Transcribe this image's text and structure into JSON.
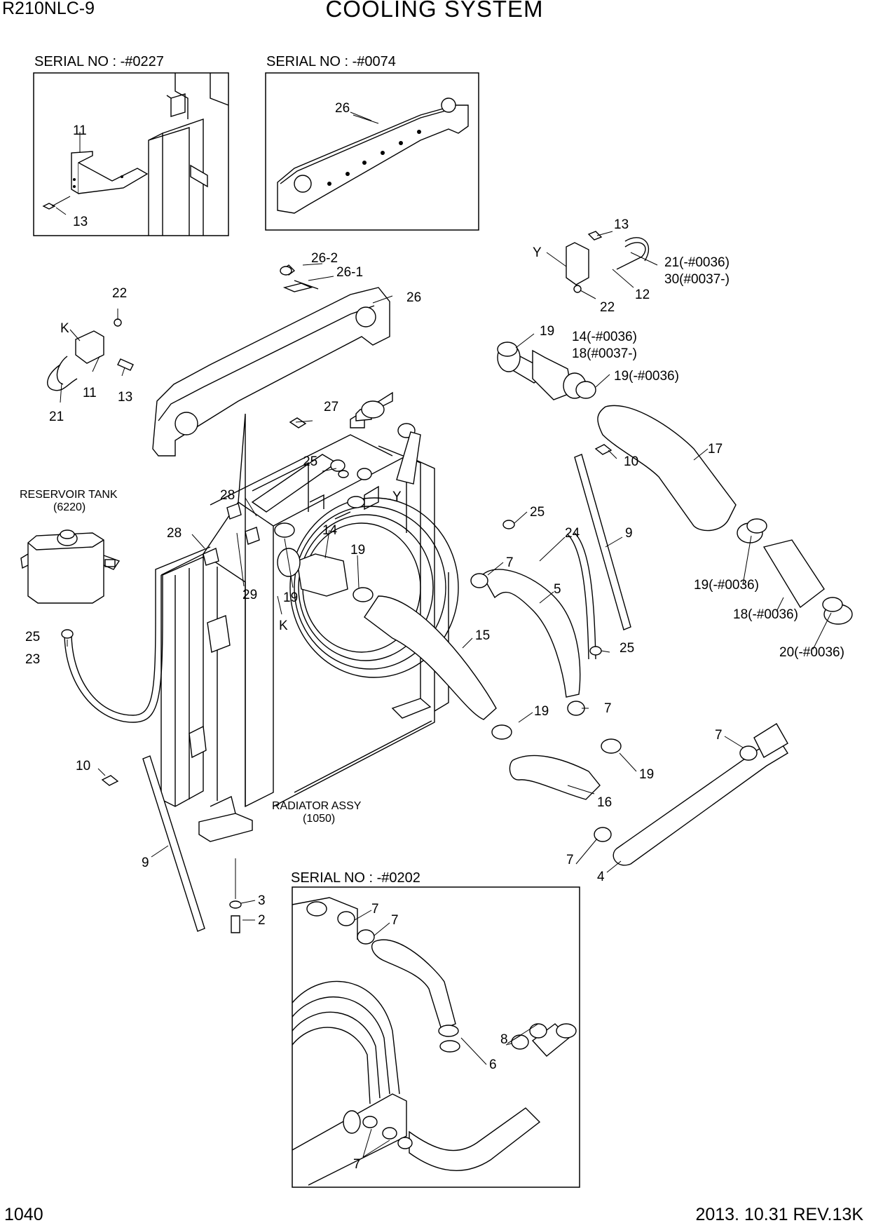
{
  "header": {
    "model": "R210NLC-9",
    "title": "COOLING SYSTEM"
  },
  "footer": {
    "page_number": "1040",
    "date_rev": "2013. 10.31  REV.13K"
  },
  "insets": [
    {
      "id": "a",
      "label": "SERIAL NO : -#0227"
    },
    {
      "id": "b",
      "label": "SERIAL NO : -#0074"
    },
    {
      "id": "c",
      "label": "SERIAL NO : -#0202"
    }
  ],
  "notes": {
    "reservoir": [
      "RESERVOIR TANK",
      "(6220)"
    ],
    "radiator": [
      "RADIATOR ASSY",
      "(1050)"
    ]
  },
  "callouts": [
    "11",
    "13",
    "26",
    "26-2",
    "26-1",
    "26",
    "22",
    "K",
    "11",
    "13",
    "21",
    "Y",
    "13",
    "21(-#0036)",
    "30(#0037-)",
    "12",
    "22",
    "19",
    "14(-#0036)",
    "18(#0037-)",
    "19(-#0036)",
    "17",
    "27",
    "10",
    "25",
    "Y",
    "28",
    "28",
    "14",
    "19",
    "29",
    "19",
    "K",
    "25",
    "24",
    "9",
    "7",
    "5",
    "19(-#0036)",
    "18(-#0036)",
    "20(-#0036)",
    "25",
    "23",
    "15",
    "25",
    "7",
    "19",
    "19",
    "16",
    "7",
    "10",
    "9",
    "7",
    "4",
    "3",
    "2",
    "7",
    "7",
    "8",
    "6",
    "7"
  ]
}
